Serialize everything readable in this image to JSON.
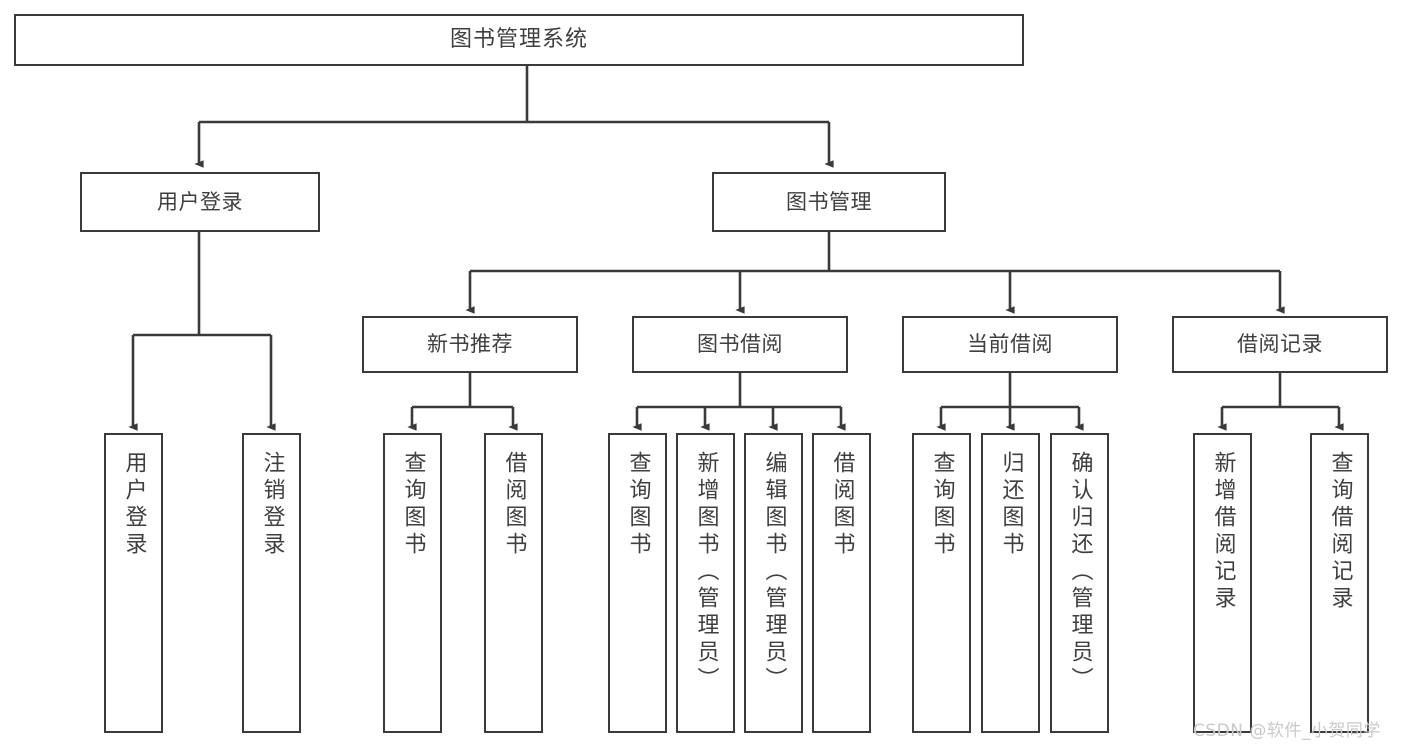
{
  "diagram": {
    "title": "图书管理系统",
    "type": "tree-hierarchy-chart",
    "colors": {
      "box_border": "#3a3a3a",
      "box_fill": "#ffffff",
      "text": "#3f3f3f",
      "connector": "#3a3a3a",
      "watermark": "#c9c9c9",
      "background": "#ffffff"
    },
    "root": {
      "label": "图书管理系统"
    },
    "level2": [
      {
        "label": "用户登录"
      },
      {
        "label": "图书管理"
      }
    ],
    "level3": [
      {
        "label": "新书推荐"
      },
      {
        "label": "图书借阅"
      },
      {
        "label": "当前借阅"
      },
      {
        "label": "借阅记录"
      }
    ],
    "leaves": {
      "user_login": [
        {
          "label": "用户登录"
        },
        {
          "label": "注销登录"
        }
      ],
      "new_book_recommend": [
        {
          "label": "查询图书"
        },
        {
          "label": "借阅图书"
        }
      ],
      "book_borrow": [
        {
          "label": "查询图书"
        },
        {
          "label": "新增图书（管理员）"
        },
        {
          "label": "编辑图书（管理员）"
        },
        {
          "label": "借阅图书"
        }
      ],
      "current_borrow": [
        {
          "label": "查询图书"
        },
        {
          "label": "归还图书"
        },
        {
          "label": "确认归还（管理员）"
        }
      ],
      "borrow_record": [
        {
          "label": "新增借阅记录"
        },
        {
          "label": "查询借阅记录"
        }
      ]
    }
  },
  "watermark": {
    "text": "CSDN @软件_小贺同学"
  }
}
